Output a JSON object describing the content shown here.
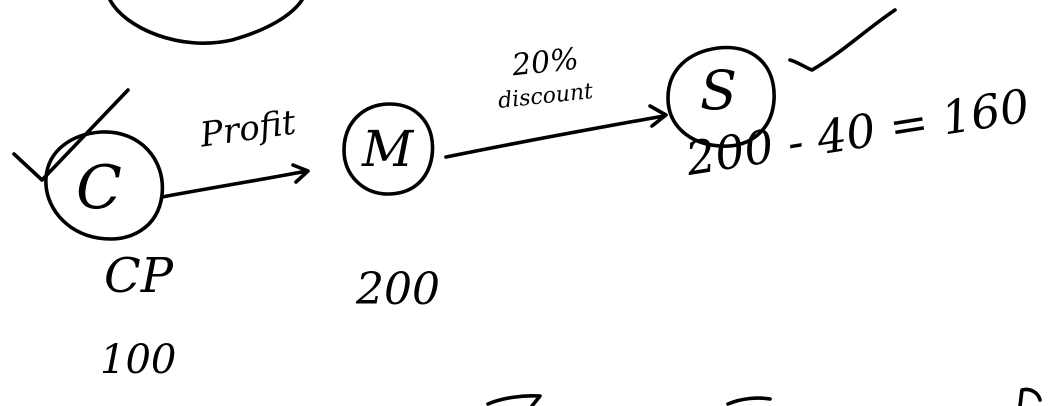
{
  "nodes": {
    "c": "C",
    "m": "M",
    "s": "S"
  },
  "edges": {
    "c_to_m": "Profit",
    "m_to_s_top": "20%",
    "m_to_s_bottom": "discount"
  },
  "annotations": {
    "cp_label": "CP",
    "cp_value": "100",
    "m_value": "200",
    "s_calc": "200 - 40 = 160"
  }
}
